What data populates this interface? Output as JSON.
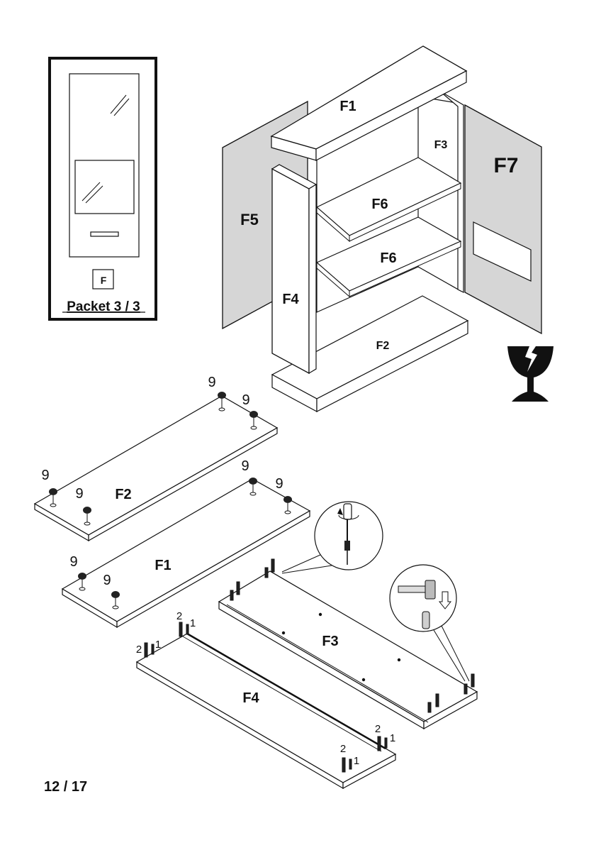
{
  "packet": {
    "letter": "F",
    "label": "Packet 3 / 3"
  },
  "cabinet_labels": {
    "top": "F1",
    "bottom": "F2",
    "back": "F3",
    "left_side": "F4",
    "left_door": "F5",
    "shelf_upper": "F6",
    "shelf_lower": "F6",
    "right_door": "F7"
  },
  "parts": {
    "f2": "F2",
    "f1": "F1",
    "f3": "F3",
    "f4": "F4"
  },
  "cam_number": "9",
  "dowel_number": "1",
  "bolt_number": "2",
  "page_number": "12 / 17",
  "colors": {
    "line": "#111111",
    "door_fill": "#d6d6d6",
    "panel_fill": "#ffffff"
  }
}
